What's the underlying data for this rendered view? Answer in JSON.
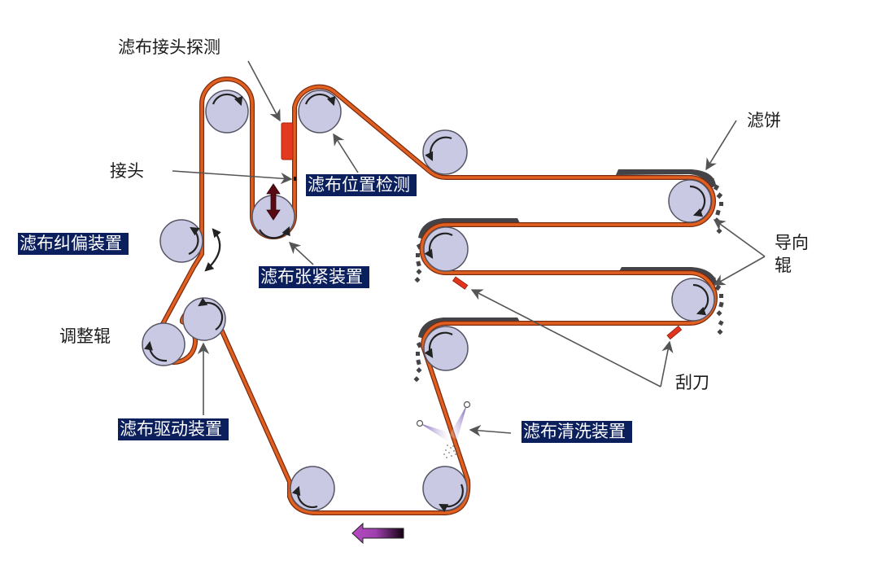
{
  "title": "带式压滤机滤布运行示意图",
  "labels": {
    "joint_detect": "滤布接头探测",
    "joint": "接头",
    "position_detect": "滤布位置检测",
    "deviation_correct": "滤布纠偏装置",
    "tension": "滤布张紧装置",
    "adjust_roller": "调整辊",
    "drive": "滤布驱动装置",
    "cleaning": "滤布清洗装置",
    "filter_cake": "滤饼",
    "guide_roller_line1": "导向",
    "guide_roller_line2": "辊",
    "scraper": "刮刀"
  },
  "colors": {
    "belt": "#d9581f",
    "belt_edge": "#7a2a10",
    "roller_fill": "#c9c9e3",
    "roller_stroke": "#555566",
    "cake": "#444448",
    "scraper": "#e0341c",
    "sensor": "#e3391f",
    "label_bg": "#0b1f5c",
    "tension_arrow": "#5a0a14",
    "direction_arrow": "#b44bc0",
    "spray": "#7a5cc0"
  },
  "icons": {
    "rotation": "curved-arrow",
    "direction": "left-arrow",
    "tension": "double-vertical-arrow",
    "deviation": "double-curved-arrow",
    "nozzle": "spray-nozzle"
  }
}
